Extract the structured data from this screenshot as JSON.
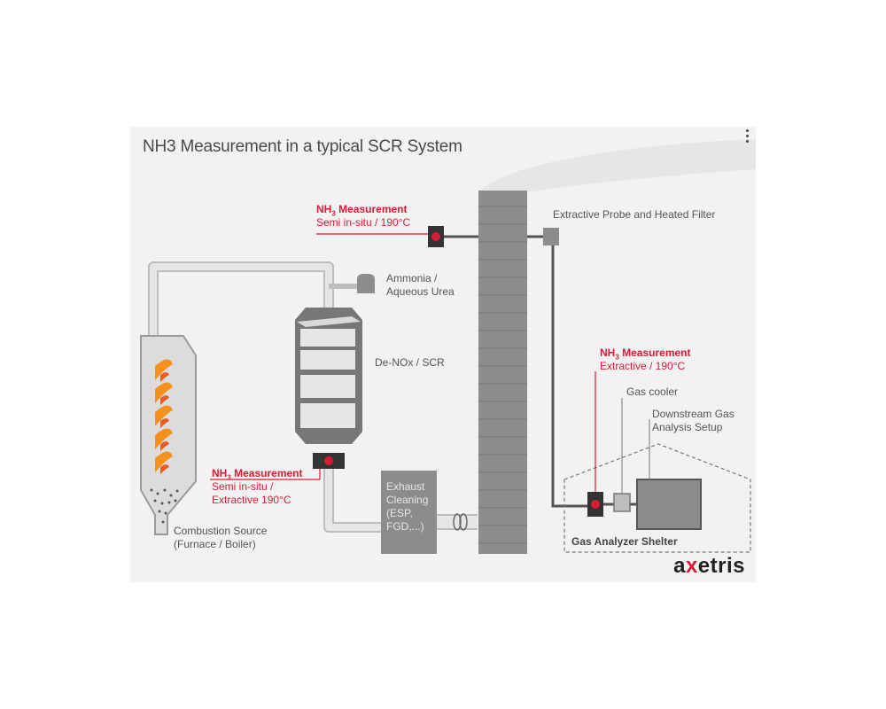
{
  "title": "NH3 Measurement in a typical SCR System",
  "labels": {
    "probe": "Extractive Probe and Heated Filter",
    "ammonia_line1": "Ammonia /",
    "ammonia_line2": "Aqueous Urea",
    "denox": "De-NOx / SCR",
    "gas_cooler": "Gas cooler",
    "downstream_line1": "Downstream Gas",
    "downstream_line2": "Analysis Setup",
    "shelter": "Gas Analyzer Shelter",
    "exhaust_line1": "Exhaust",
    "exhaust_line2": "Cleaning",
    "exhaust_line3": "(ESP,",
    "exhaust_line4": "FGD,...)",
    "combustion_line1": "Combustion Source",
    "combustion_line2": "(Furnace / Boiler)"
  },
  "measurements": {
    "top": {
      "heading": "NH",
      "sub": "3",
      "heading_rest": " Measurement",
      "detail": "Semi in-situ / 190°C"
    },
    "right": {
      "heading": "NH",
      "sub": "3",
      "heading_rest": " Measurement",
      "detail": "Extractive / 190°C"
    },
    "left": {
      "heading": "NH",
      "sub": "3",
      "heading_rest": " Measurement",
      "detail_line1": "Semi in-situ /",
      "detail_line2": "Extractive 190°C"
    }
  },
  "logo": {
    "before": "a",
    "mark": "x",
    "after": "etris"
  },
  "colors": {
    "accent": "#d71c35",
    "pipe": "#d9d9d9",
    "equipment": "#8c8c8c"
  },
  "icons": [
    "flame-icon",
    "kebab-menu-icon"
  ]
}
